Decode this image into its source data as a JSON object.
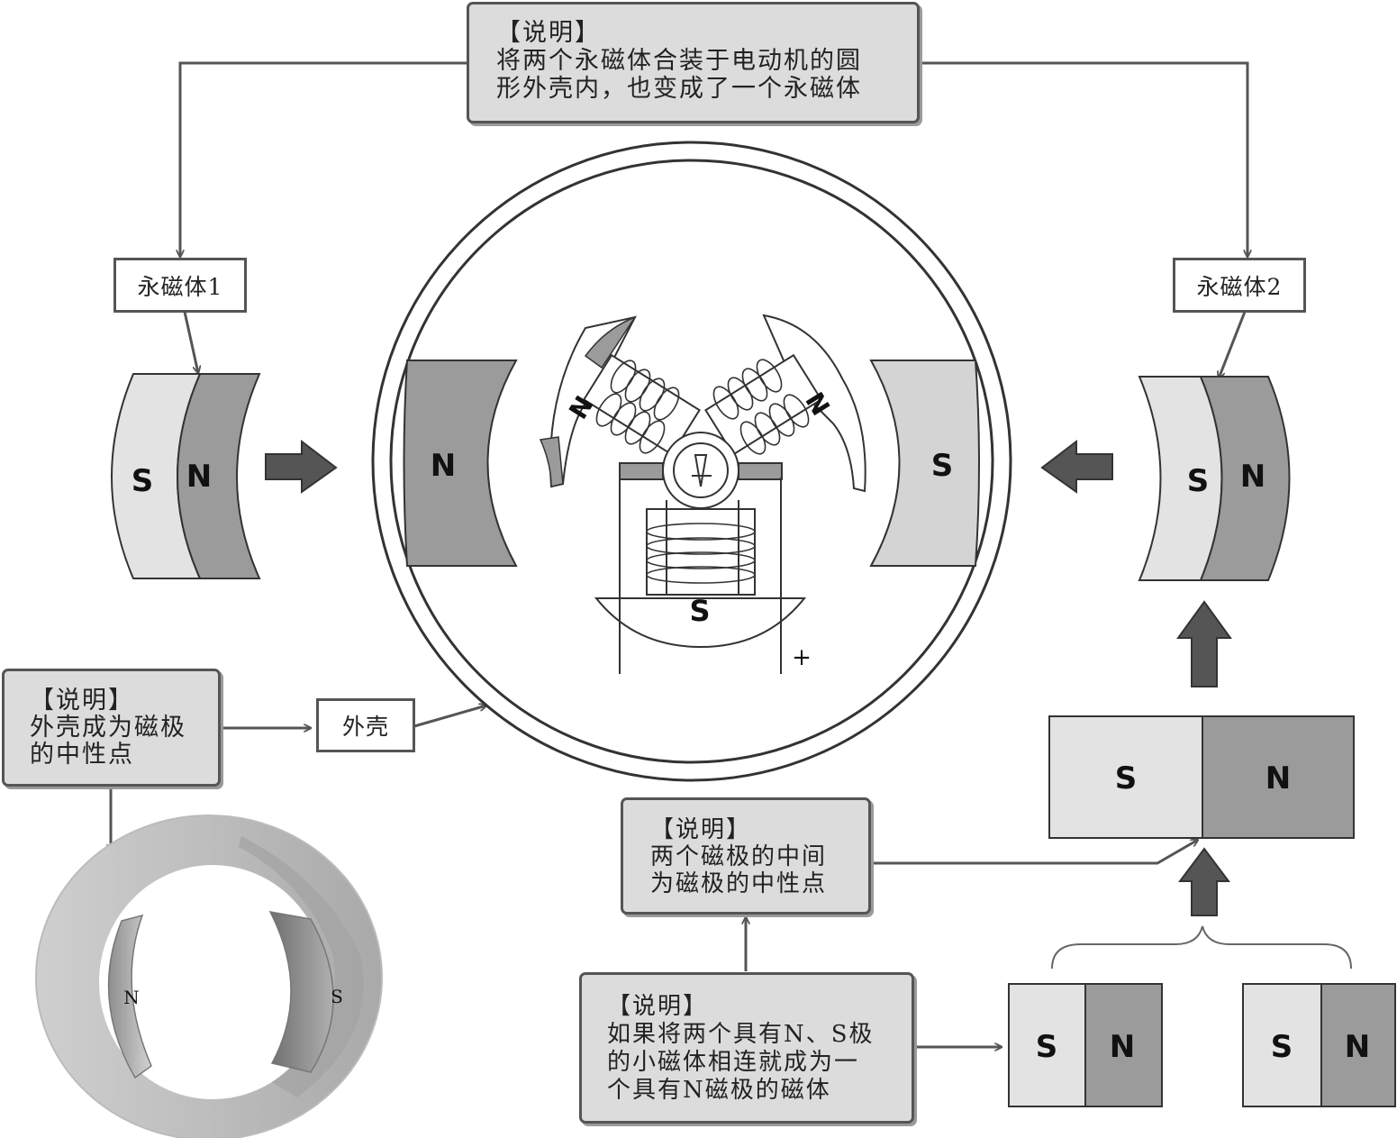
{
  "notes": {
    "top": {
      "title": "【说明】",
      "lines": [
        "将两个永磁体合装于电动机的圆",
        "形外壳内，也变成了一个永磁体"
      ]
    },
    "left": {
      "title": "【说明】",
      "lines": [
        "外壳成为磁极",
        "的中性点"
      ]
    },
    "middle": {
      "title": "【说明】",
      "lines": [
        "两个磁极的中间",
        "为磁极的中性点"
      ]
    },
    "bottom": {
      "title": "【说明】",
      "lines": [
        "如果将两个具有N、S极",
        "的小磁体相连就成为一",
        "个具有N磁极的磁体"
      ]
    }
  },
  "labels": {
    "magnet1": "永磁体1",
    "magnet2": "永磁体2",
    "shell": "外壳"
  },
  "poles": {
    "magnet1": [
      "S",
      "N"
    ],
    "magnet2": [
      "S",
      "N"
    ],
    "stator": [
      "N",
      "S"
    ],
    "rotor": [
      "N",
      "N",
      "S"
    ],
    "combined": [
      "S",
      "N"
    ],
    "small_left": [
      "S",
      "N"
    ],
    "small_right": [
      "S",
      "N"
    ],
    "cylinder": [
      "N",
      "S"
    ]
  },
  "terminal_sign": "+",
  "colors": {
    "light_gray": "#e3e3e3",
    "mid_gray": "#d4d4d4",
    "dark_gray": "#9b9b9b",
    "arrow": "#555555",
    "line": "#555555"
  }
}
